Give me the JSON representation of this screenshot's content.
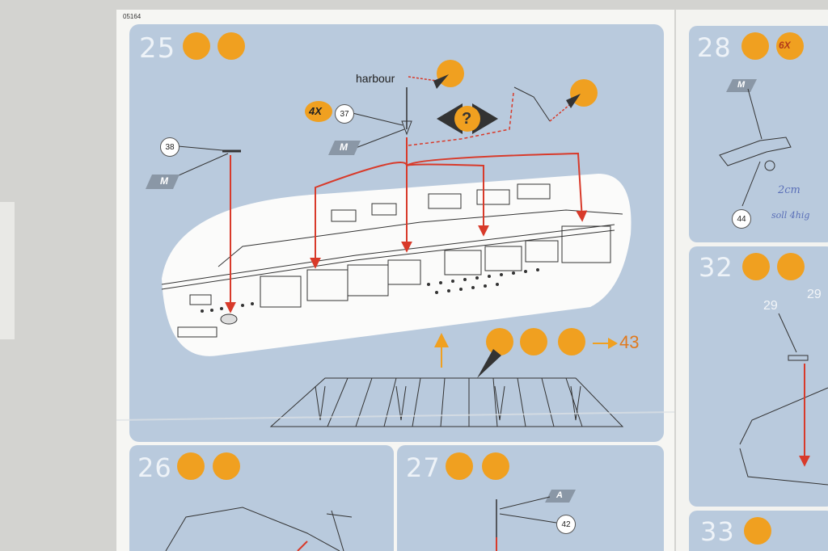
{
  "document": {
    "code": "05164"
  },
  "steps": {
    "s25": "25",
    "s26": "26",
    "s27": "27",
    "s28": "28",
    "s32": "32",
    "s33": "33"
  },
  "labels": {
    "harbour": "harbour",
    "qty_4x": "4X",
    "qty_6x": "6X",
    "part_37": "37",
    "part_38": "38",
    "part_42": "42",
    "part_44": "44",
    "part_29a": "29",
    "part_29b": "29",
    "next_step": "43",
    "marker_m": "M",
    "marker_a": "A",
    "question": "?"
  },
  "handwriting": {
    "line1": "2cm",
    "line2": "soll 4hig"
  },
  "colors": {
    "panel": "#b9cadd",
    "paper": "#f6f6f3",
    "accent_orange": "#f0a020",
    "arrow_red": "#d83a2a"
  }
}
